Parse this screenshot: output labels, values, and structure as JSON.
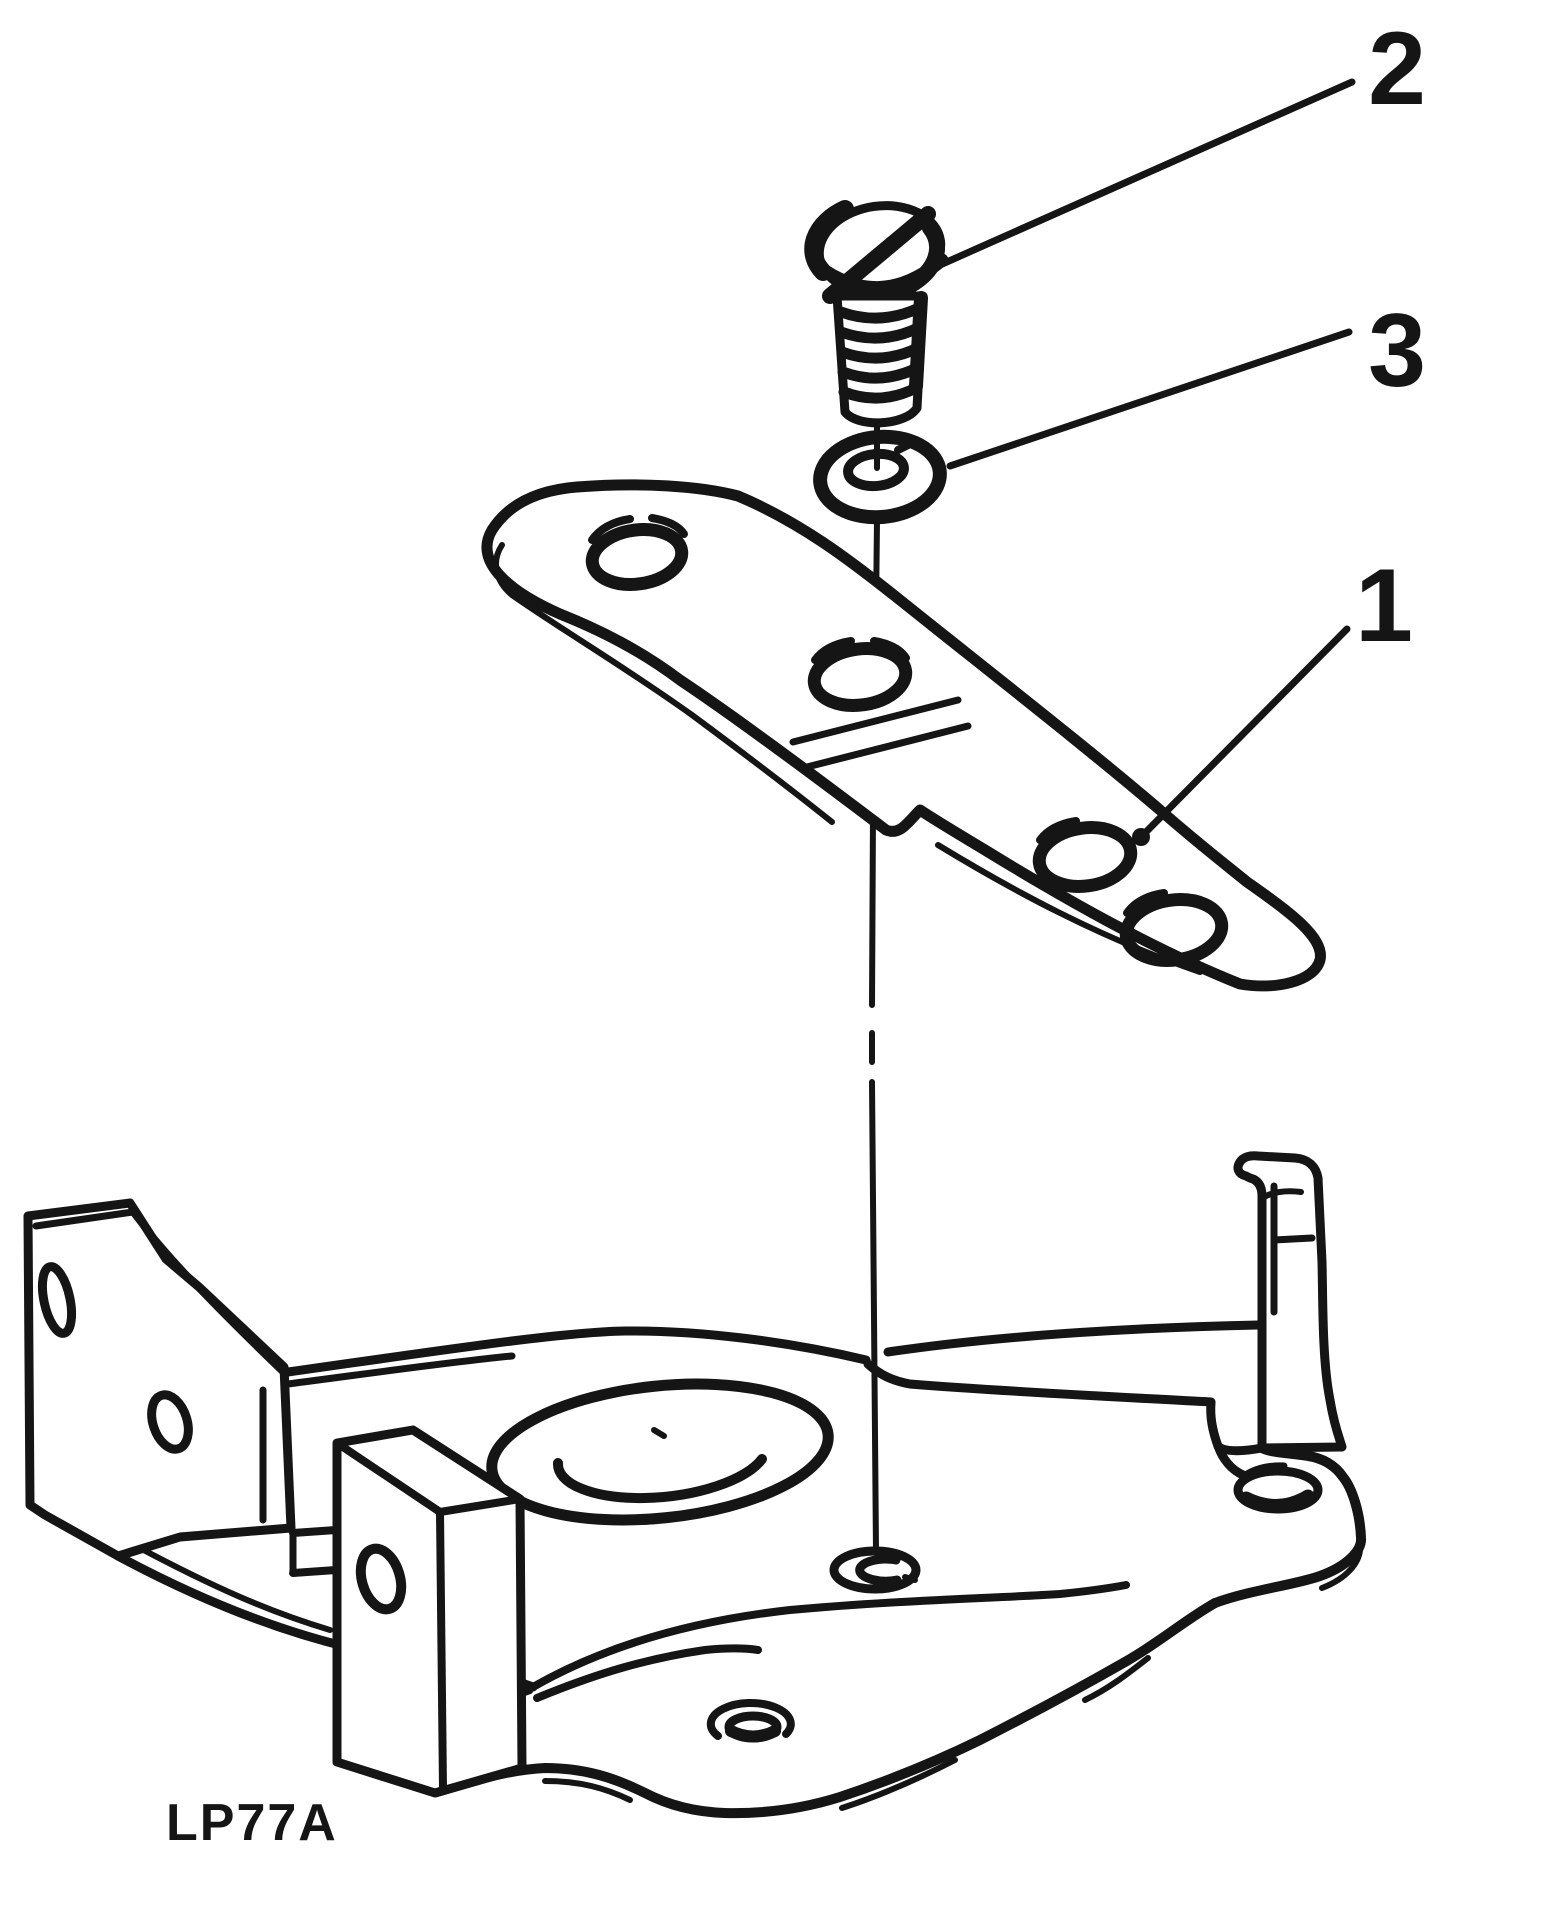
{
  "figure": {
    "type": "exploded-parts-diagram",
    "code_label": "LP77A",
    "background_color": "#ffffff",
    "line_color": "#151515"
  },
  "callouts": [
    {
      "number": "1",
      "part": "retaining-plate"
    },
    {
      "number": "2",
      "part": "slotted-screw"
    },
    {
      "number": "3",
      "part": "lock-washer"
    }
  ]
}
